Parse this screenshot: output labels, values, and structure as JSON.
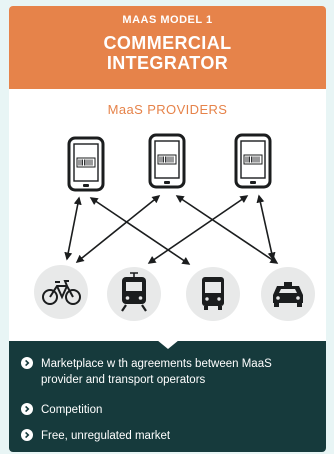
{
  "header": {
    "subtitle": "MAAS MODEL 1",
    "title_line1": "COMMERCIAL",
    "title_line2": "INTEGRATOR"
  },
  "providers_label": "MaaS PROVIDERS",
  "phones": [
    {
      "name": "phone-1"
    },
    {
      "name": "phone-2"
    },
    {
      "name": "phone-3"
    }
  ],
  "transport_modes": [
    {
      "icon": "bicycle-icon"
    },
    {
      "icon": "train-icon"
    },
    {
      "icon": "bus-icon"
    },
    {
      "icon": "car-icon"
    }
  ],
  "bullets": [
    {
      "line1": "Marketplace w th agreements between MaaS",
      "line2": "provider and transport operators"
    },
    {
      "line1": "Competition",
      "line2": ""
    },
    {
      "line1": "Free, unregulated market",
      "line2": ""
    }
  ],
  "colors": {
    "accent_orange": "#e6834a",
    "dark_teal": "#163a3c",
    "circle_gray": "#e8e9e9",
    "icon_dark": "#1b1d1e"
  }
}
